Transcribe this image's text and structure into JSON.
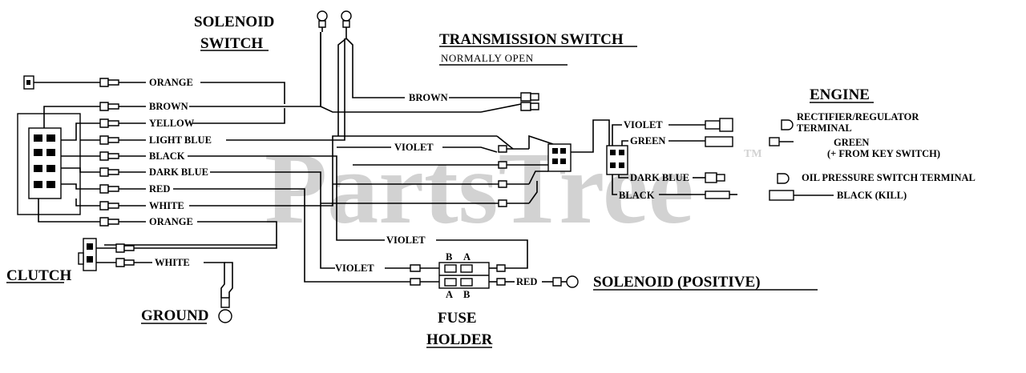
{
  "titles": {
    "solenoid_switch_1": "SOLENOID",
    "solenoid_switch_2": "SWITCH",
    "transmission_switch": "TRANSMISSION SWITCH",
    "transmission_sub": "NORMALLY OPEN",
    "engine": "ENGINE",
    "clutch": "CLUTCH",
    "ground": "GROUND",
    "fuse_holder_1": "FUSE",
    "fuse_holder_2": "HOLDER",
    "solenoid_positive": "SOLENOID   (POSITIVE)"
  },
  "wires": {
    "orange_top": "ORANGE",
    "brown": "BROWN",
    "yellow": "YELLOW",
    "light_blue": "LIGHT BLUE",
    "black": "BLACK",
    "dark_blue": "DARK BLUE",
    "red": "RED",
    "white": "WHITE",
    "orange_bottom": "ORANGE",
    "clutch_white": "WHITE",
    "trans_brown": "BROWN",
    "violet_mid": "VIOLET",
    "violet_low": "VIOLET",
    "violet_fuse": "VIOLET",
    "red_fuse": "RED"
  },
  "engine_wires": {
    "violet": "VIOLET",
    "green": "GREEN",
    "dark_blue": "DARK BLUE",
    "black": "BLACK"
  },
  "engine_terminals": {
    "rectifier_1": "RECTIFIER/REGULATOR",
    "rectifier_2": "TERMINAL",
    "green_key_1": "GREEN",
    "green_key_2": "(+ FROM KEY SWITCH)",
    "oil_pressure": "OIL PRESSURE SWITCH TERMINAL",
    "black_kill": "BLACK (KILL)"
  },
  "fuse_letters": {
    "top_b": "B",
    "top_a": "A",
    "bottom_a": "A",
    "bottom_b": "B"
  },
  "watermark": {
    "text": "PartsTree",
    "tm": "TM"
  }
}
